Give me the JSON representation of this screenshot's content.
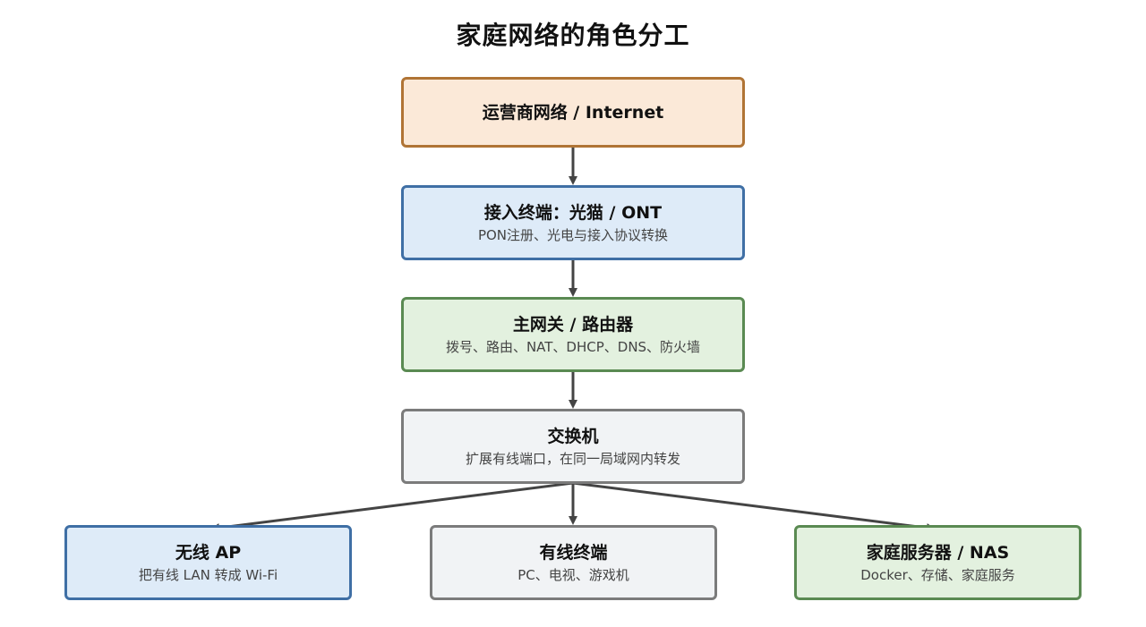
{
  "title": "家庭网络的角色分工",
  "nodes": {
    "internet": {
      "title": "运营商网络 / Internet",
      "subtitle": ""
    },
    "ont": {
      "title": "接入终端：光猫 / ONT",
      "subtitle": "PON注册、光电与接入协议转换"
    },
    "router": {
      "title": "主网关 / 路由器",
      "subtitle": "拨号、路由、NAT、DHCP、DNS、防火墙"
    },
    "switch": {
      "title": "交换机",
      "subtitle": "扩展有线端口，在同一局域网内转发"
    },
    "ap": {
      "title": "无线 AP",
      "subtitle": "把有线 LAN 转成 Wi-Fi"
    },
    "wired": {
      "title": "有线终端",
      "subtitle": "PC、电视、游戏机"
    },
    "nas": {
      "title": "家庭服务器 / NAS",
      "subtitle": "Docker、存储、家庭服务"
    }
  },
  "colors": {
    "orange_fill": "#fbe9d8",
    "orange_border": "#b07435",
    "blue_fill": "#deebf8",
    "blue_border": "#3f6fa5",
    "green_fill": "#e3f1df",
    "green_border": "#5a8a52",
    "gray_fill": "#f1f3f5",
    "gray_border": "#7b7b7b",
    "arrow": "#444444"
  }
}
